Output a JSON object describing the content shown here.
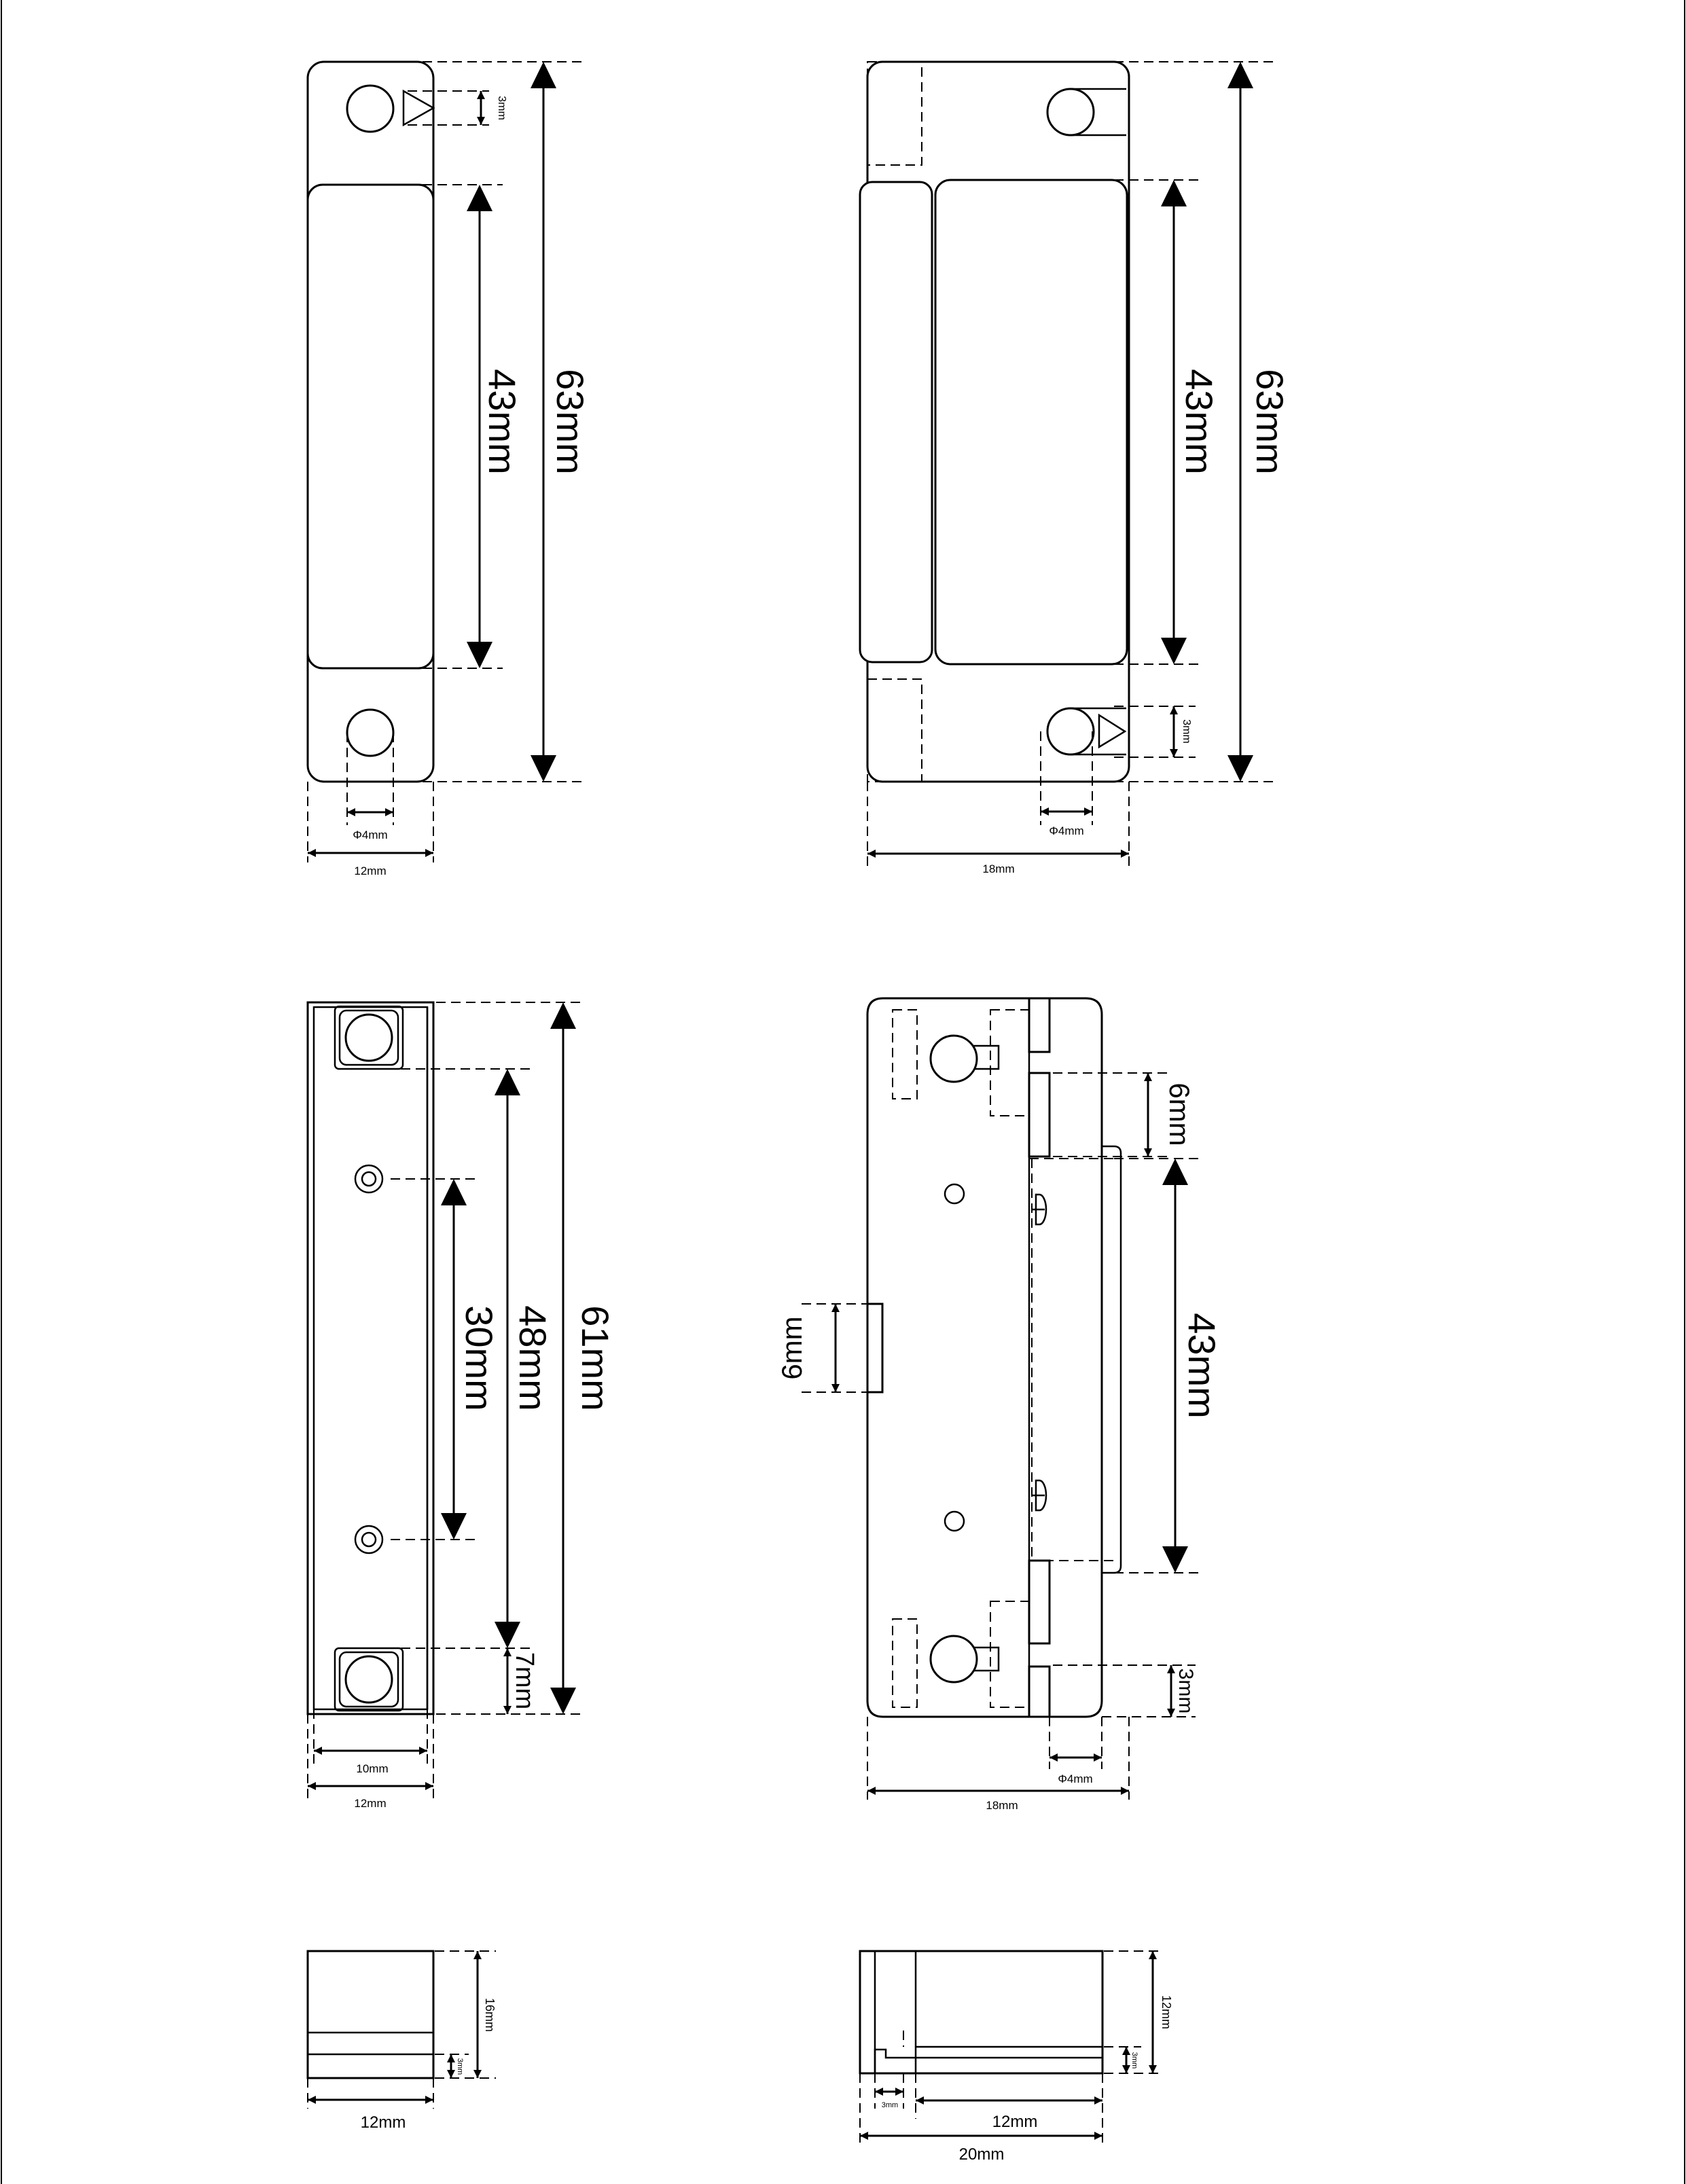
{
  "views": {
    "top_left": {
      "dims": {
        "total_height": "63mm",
        "window_height": "43mm",
        "tab_offset": "3mm",
        "hole_diameter": "Φ4mm",
        "width": "12mm"
      }
    },
    "top_right": {
      "dims": {
        "total_height": "63mm",
        "window_height": "43mm",
        "tab_offset": "3mm",
        "hole_diameter": "Φ4mm",
        "width": "18mm"
      }
    },
    "middle_left": {
      "dims": {
        "total_height": "61mm",
        "inner_height": "48mm",
        "pin_spacing": "30mm",
        "bottom_offset": "7mm",
        "inner_width": "10mm",
        "width": "12mm"
      }
    },
    "middle_right": {
      "dims": {
        "slot_height": "6mm",
        "side_tab_height": "6mm",
        "window_height": "43mm",
        "tab_offset": "3mm",
        "hole_diameter": "Φ4mm",
        "width": "18mm"
      }
    },
    "bottom_left": {
      "dims": {
        "height": "16mm",
        "tab_height": "3mm",
        "width": "12mm"
      }
    },
    "bottom_right": {
      "dims": {
        "height": "12mm",
        "tab_height": "3mm",
        "step_width": "3mm",
        "inner_width": "12mm",
        "width": "20mm"
      }
    }
  }
}
